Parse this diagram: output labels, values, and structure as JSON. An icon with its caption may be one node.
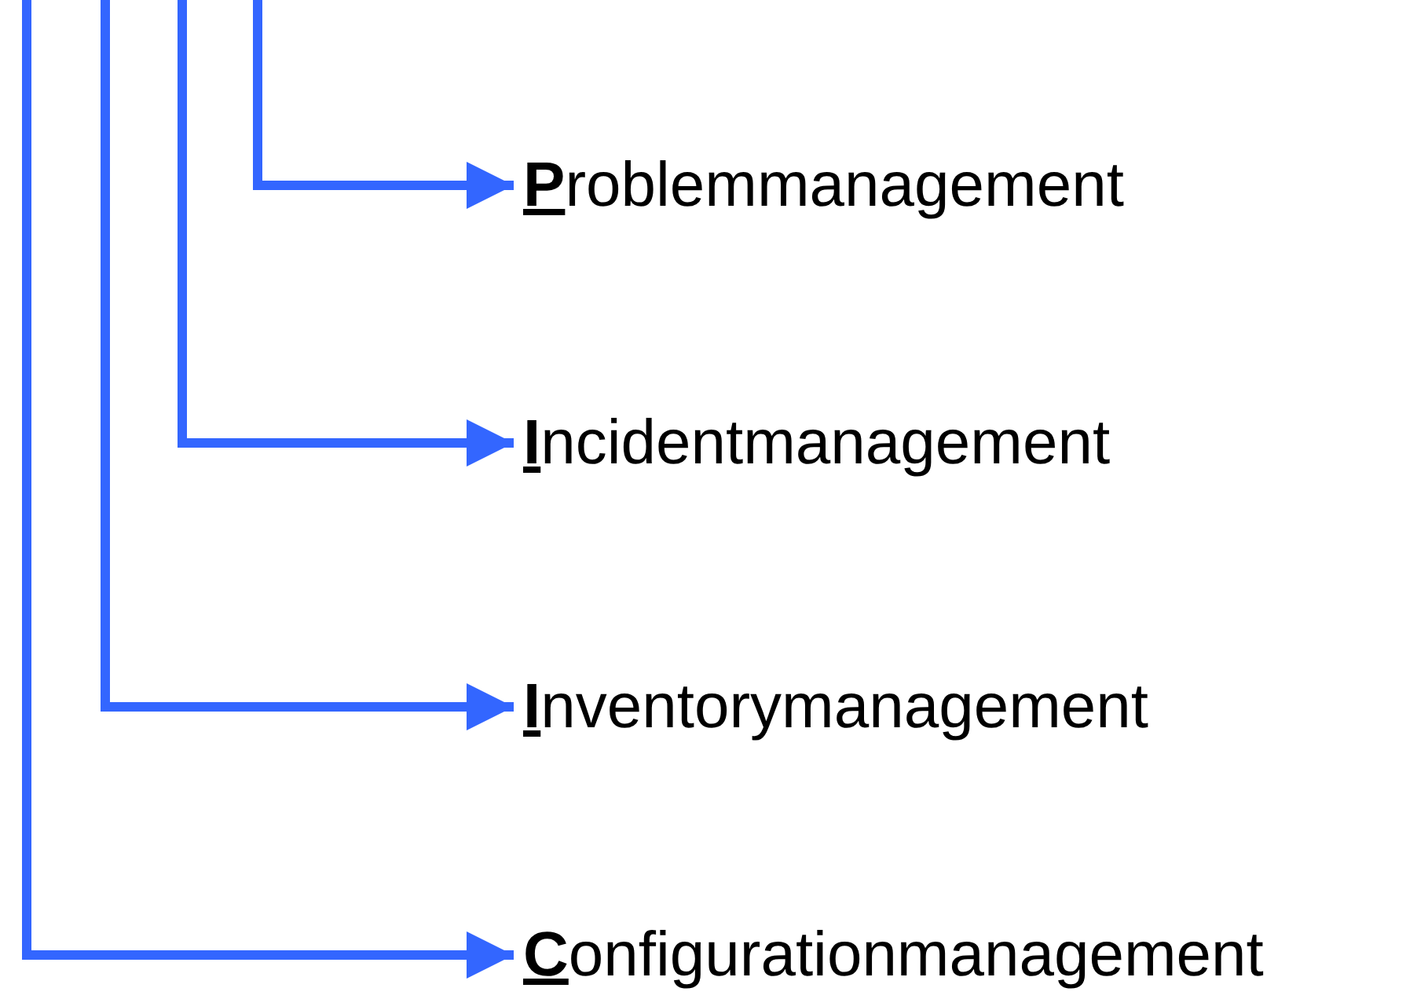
{
  "diagram": {
    "nodes": [
      {
        "text": [
          "Problemmanagement"
        ]
      },
      {
        "text": [
          "Incidentmanagement"
        ]
      },
      {
        "text": [
          "Inventorymanagement"
        ]
      },
      {
        "text": [
          "Configurationmanagement"
        ]
      }
    ],
    "edges": [
      {
        "from": null,
        "to": 0,
        "arrow": "to"
      },
      {
        "from": null,
        "to": 1,
        "arrow": "to"
      },
      {
        "from": null,
        "to": 2,
        "arrow": "to"
      },
      {
        "from": null,
        "to": 3,
        "arrow": "to"
      }
    ]
  }
}
